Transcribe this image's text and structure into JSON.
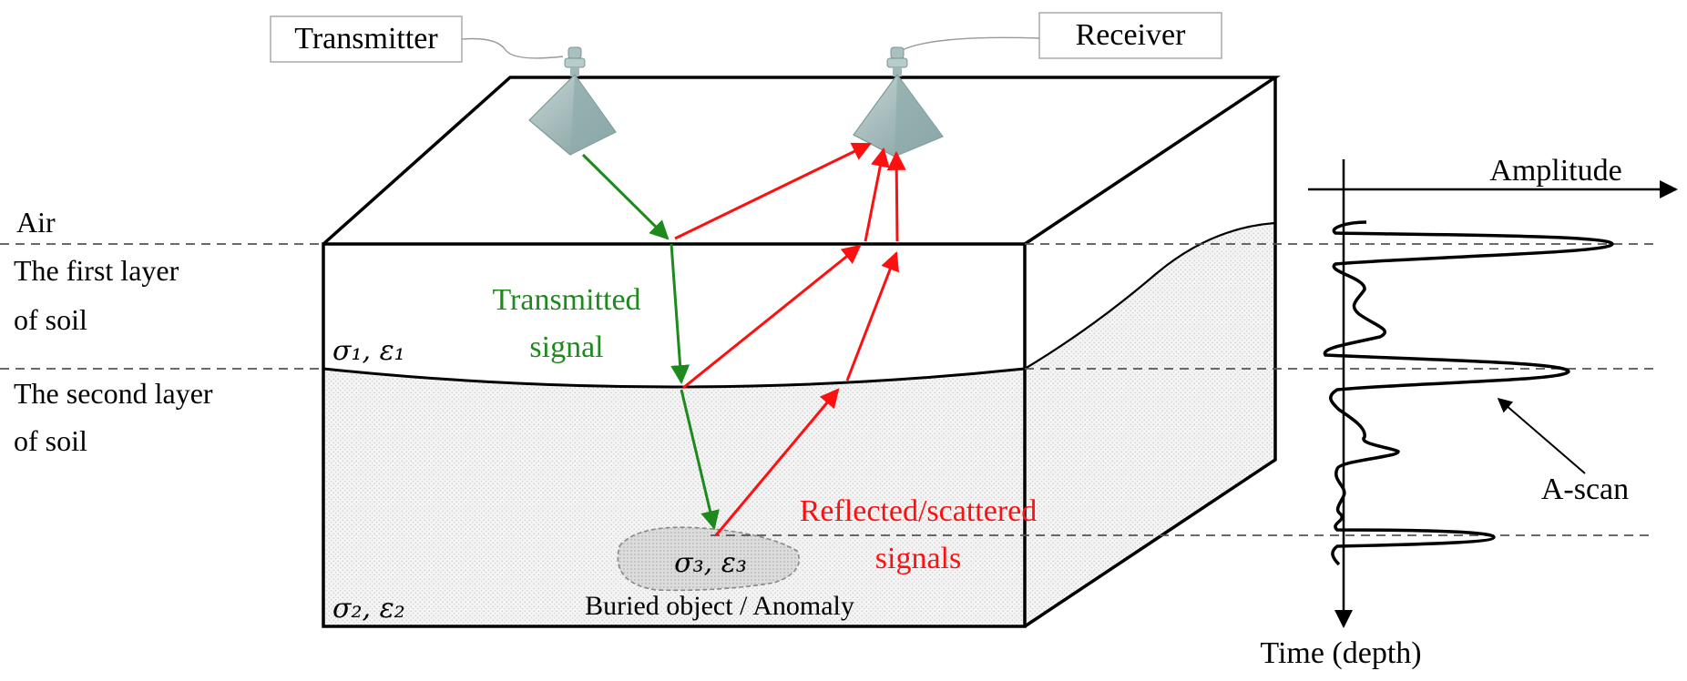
{
  "labels": {
    "transmitter": "Transmitter",
    "receiver": "Receiver",
    "air": "Air",
    "layer1_line1": "The first layer",
    "layer1_line2": "of soil",
    "layer2_line1": "The second layer",
    "layer2_line2": "of soil",
    "transmitted_line1": "Transmitted",
    "transmitted_line2": "signal",
    "reflected_line1": "Reflected/scattered",
    "reflected_line2": "signals",
    "buried_object": "Buried object / Anomaly",
    "amplitude": "Amplitude",
    "time_depth": "Time (depth)",
    "ascan": "A-scan"
  },
  "params": {
    "layer1": "σ₁, ε₁",
    "layer2": "σ₂, ε₂",
    "object": "σ₃, ε₃"
  },
  "colors": {
    "transmitted": "#1e8a1e",
    "reflected": "#ff1010",
    "antenna": "#9fb8b8",
    "soil_fill": "#f2f2f2",
    "dashed": "#555555"
  },
  "icons": {
    "transmitter_antenna": "horn-antenna-icon",
    "receiver_antenna": "horn-antenna-icon"
  }
}
